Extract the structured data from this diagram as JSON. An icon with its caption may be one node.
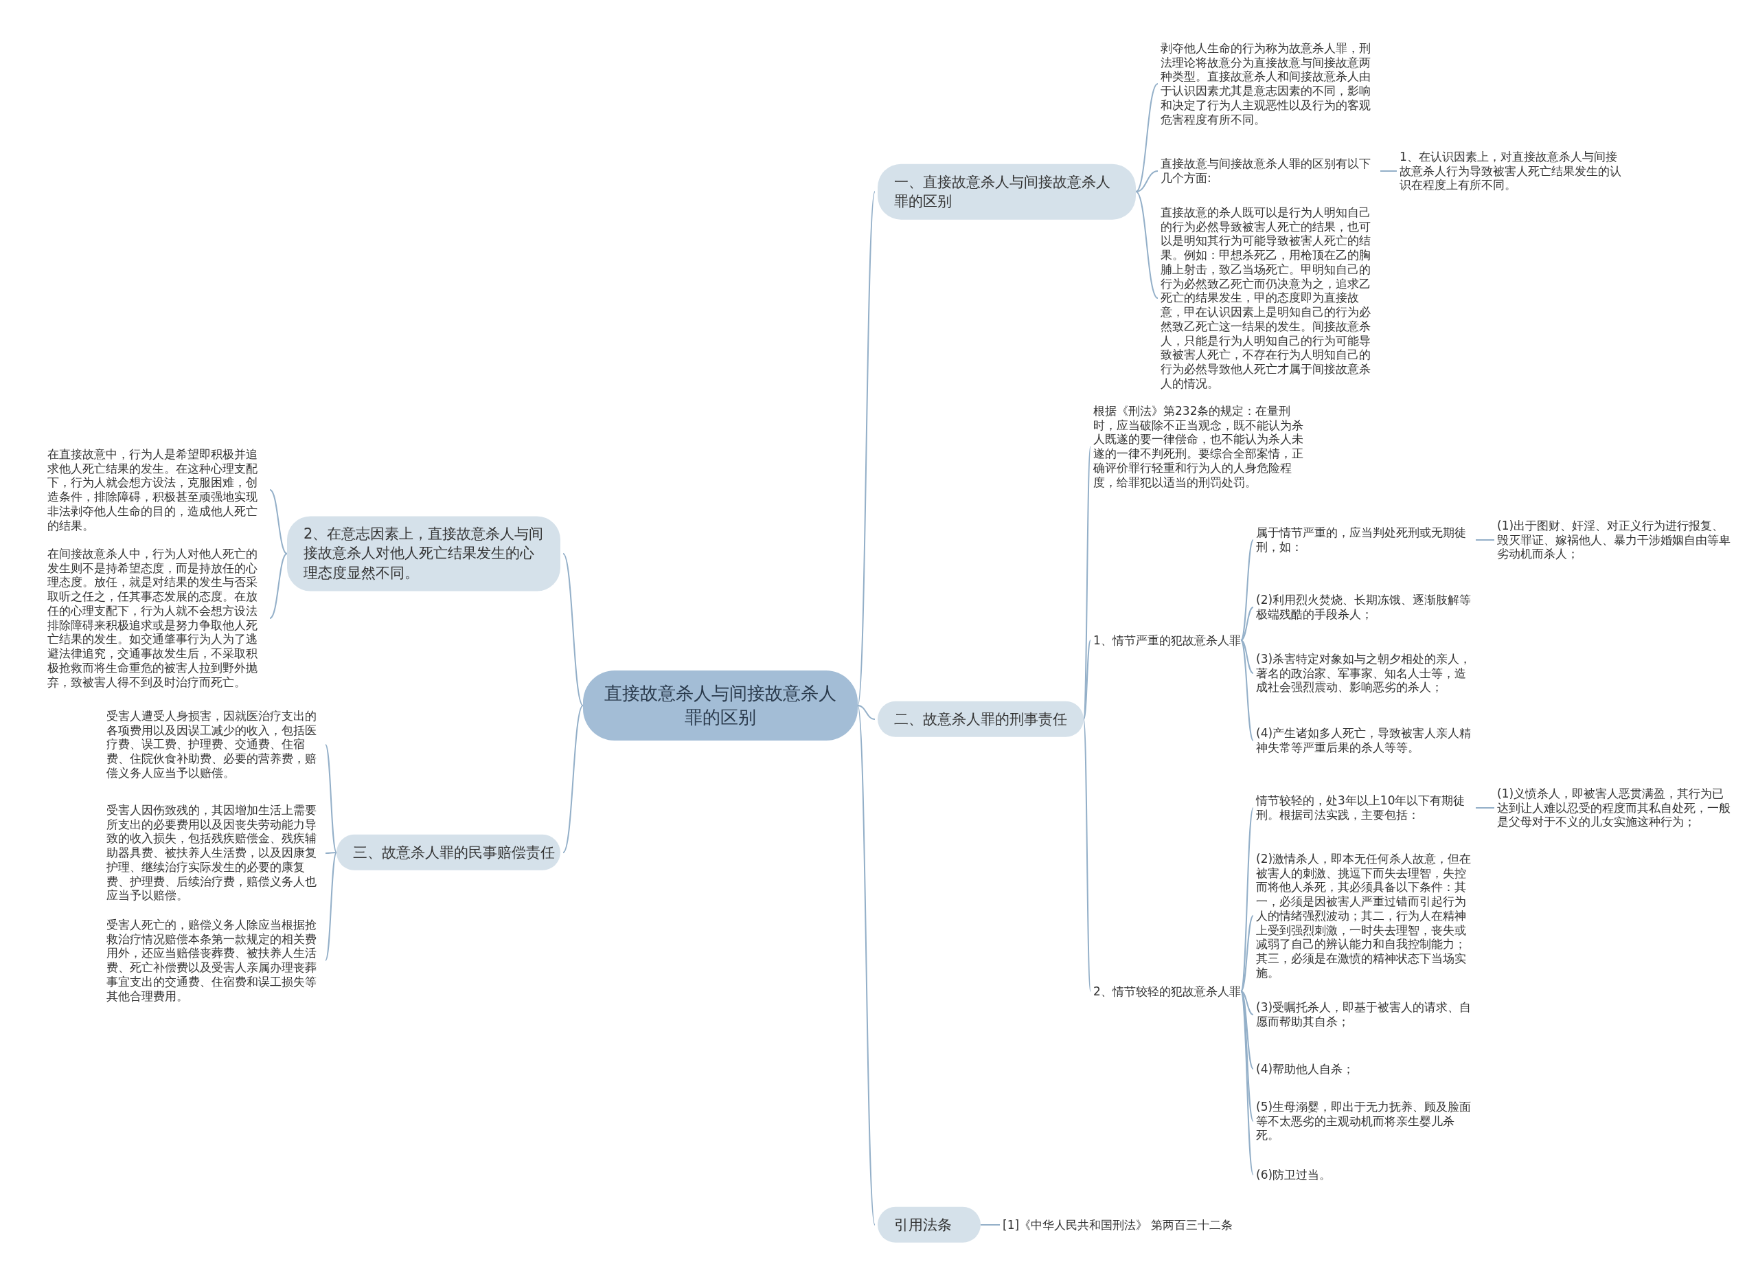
{
  "diagram": {
    "nodes": [
      {
        "text": [
          "直接故意杀人与间接故意杀人罪的区别"
        ]
      },
      {
        "text": [
          "一、直接故意杀人与间接故意杀人罪的区别"
        ]
      },
      {
        "text": [
          "剥夺他人生命的行为称为故意杀人罪，刑法理论将故意分为直接故意与间接故意两种类型。直接故意杀人和间接故意杀人由于认识因素尤其是意志因素的不同，影响和决定了行为人主观恶性以及行为的客观危害程度有所不同。"
        ]
      },
      {
        "text": [
          "直接故意与间接故意杀人罪的区别有以下几个方面:"
        ]
      },
      {
        "text": [
          "1、在认识因素上，对直接故意杀人与间接故意杀人行为导致被害人死亡结果发生的认识在程度上有所不同。"
        ]
      },
      {
        "text": [
          "直接故意的杀人既可以是行为人明知自己的行为必然导致被害人死亡的结果，也可以是明知其行为可能导致被害人死亡的结果。例如：甲想杀死乙，用枪顶在乙的胸脯上射击，致乙当场死亡。甲明知自己的行为必然致乙死亡而仍决意为之，追求乙死亡的结果发生，甲的态度即为直接故意，甲在认识因素上是明知自己的行为必然致乙死亡这一结果的发生。间接故意杀人，只能是行为人明知自己的行为可能导致被害人死亡，不存在行为人明知自己的行为必然导致他人死亡才属于间接故意杀人的情况。"
        ]
      },
      {
        "text": [
          "二、故意杀人罪的刑事责任"
        ]
      },
      {
        "text": [
          "根据《刑法》第232条的规定：在量刑时，应当破除不正当观念，既不能认为杀人既遂的要一律偿命，也不能认为杀人未遂的一律不判死刑。要综合全部案情，正确评价罪行轻重和行为人的人身危险程度，给罪犯以适当的刑罚处罚。"
        ]
      },
      {
        "text": [
          "1、情节严重的犯故意杀人罪"
        ]
      },
      {
        "text": [
          "属于情节严重的，应当判处死刑或无期徒刑，如："
        ]
      },
      {
        "text": [
          "(1)出于图财、奸淫、对正义行为进行报复、毁灭罪证、嫁祸他人、暴力干涉婚姻自由等卑劣动机而杀人；"
        ]
      },
      {
        "text": [
          "(2)利用烈火焚烧、长期冻饿、逐渐肢解等极端残酷的手段杀人；"
        ]
      },
      {
        "text": [
          "(3)杀害特定对象如与之朝夕相处的亲人，著名的政治家、军事家、知名人士等，造成社会强烈震动、影响恶劣的杀人；"
        ]
      },
      {
        "text": [
          "(4)产生诸如多人死亡，导致被害人亲人精神失常等严重后果的杀人等等。"
        ]
      },
      {
        "text": [
          "2、情节较轻的犯故意杀人罪"
        ]
      },
      {
        "text": [
          "情节较轻的，处3年以上10年以下有期徒刑。根据司法实践，主要包括："
        ]
      },
      {
        "text": [
          "(1)义愤杀人，即被害人恶贯满盈，其行为已达到让人难以忍受的程度而其私自处死，一般是父母对于不义的儿女实施这种行为；"
        ]
      },
      {
        "text": [
          "(2)激情杀人，即本无任何杀人故意，但在被害人的刺激、挑逗下而失去理智，失控而将他人杀死，其必须具备以下条件：其一，必须是因被害人严重过错而引起行为人的情绪强烈波动；其二，行为人在精神上受到强烈刺激，一时失去理智，丧失或减弱了自己的辨认能力和自我控制能力；其三，必须是在激愤的精神状态下当场实施。"
        ]
      },
      {
        "text": [
          "(3)受嘱托杀人，即基于被害人的请求、自愿而帮助其自杀；"
        ]
      },
      {
        "text": [
          "(4)帮助他人自杀；"
        ]
      },
      {
        "text": [
          "(5)生母溺婴，即出于无力抚养、顾及脸面等不太恶劣的主观动机而将亲生婴儿杀死。"
        ]
      },
      {
        "text": [
          "(6)防卫过当。"
        ]
      },
      {
        "text": [
          "引用法条"
        ]
      },
      {
        "text": [
          "[1]《中华人民共和国刑法》 第两百三十二条"
        ]
      },
      {
        "text": [
          "2、在意志因素上，直接故意杀人与间接故意杀人对他人死亡结果发生的心理态度显然不同。"
        ]
      },
      {
        "text": [
          "在直接故意中，行为人是希望即积极并追求他人死亡结果的发生。在这种心理支配下，行为人就会想方设法，克服困难，创造条件，排除障碍，积极甚至顽强地实现非法剥夺他人生命的目的，造成他人死亡的结果。"
        ]
      },
      {
        "text": [
          "在间接故意杀人中，行为人对他人死亡的发生则不是持希望态度，而是持放任的心理态度。放任，就是对结果的发生与否采取听之任之，任其事态发展的态度。在放任的心理支配下，行为人就不会想方设法排除障碍来积极追求或是努力争取他人死亡结果的发生。如交通肇事行为人为了逃避法律追究，交通事故发生后，不采取积极抢救而将生命重危的被害人拉到野外抛弃，致被害人得不到及时治疗而死亡。"
        ]
      },
      {
        "text": [
          "三、故意杀人罪的民事赔偿责任"
        ]
      },
      {
        "text": [
          "受害人遭受人身损害，因就医治疗支出的各项费用以及因误工减少的收入，包括医疗费、误工费、护理费、交通费、住宿费、住院伙食补助费、必要的营养费，赔偿义务人应当予以赔偿。"
        ]
      },
      {
        "text": [
          "受害人因伤致残的，其因增加生活上需要所支出的必要费用以及因丧失劳动能力导致的收入损失，包括残疾赔偿金、残疾辅助器具费、被扶养人生活费，以及因康复护理、继续治疗实际发生的必要的康复费、护理费、后续治疗费，赔偿义务人也应当予以赔偿。"
        ]
      },
      {
        "text": [
          "受害人死亡的，赔偿义务人除应当根据抢救治疗情况赔偿本条第一款规定的相关费用外，还应当赔偿丧葬费、被扶养人生活费、死亡补偿费以及受害人亲属办理丧葬事宜支出的交通费、住宿费和误工损失等其他合理费用。"
        ]
      }
    ],
    "edges": [
      {
        "from": 0,
        "to": 1,
        "arrow": "none"
      },
      {
        "from": 1,
        "to": 2,
        "arrow": "none"
      },
      {
        "from": 1,
        "to": 3,
        "arrow": "none"
      },
      {
        "from": 3,
        "to": 4,
        "arrow": "none"
      },
      {
        "from": 1,
        "to": 5,
        "arrow": "none"
      },
      {
        "from": 0,
        "to": 6,
        "arrow": "none"
      },
      {
        "from": 6,
        "to": 7,
        "arrow": "none"
      },
      {
        "from": 6,
        "to": 8,
        "arrow": "none"
      },
      {
        "from": 8,
        "to": 9,
        "arrow": "none"
      },
      {
        "from": 9,
        "to": 10,
        "arrow": "none"
      },
      {
        "from": 8,
        "to": 11,
        "arrow": "none"
      },
      {
        "from": 8,
        "to": 12,
        "arrow": "none"
      },
      {
        "from": 8,
        "to": 13,
        "arrow": "none"
      },
      {
        "from": 6,
        "to": 14,
        "arrow": "none"
      },
      {
        "from": 14,
        "to": 15,
        "arrow": "none"
      },
      {
        "from": 15,
        "to": 16,
        "arrow": "none"
      },
      {
        "from": 14,
        "to": 17,
        "arrow": "none"
      },
      {
        "from": 14,
        "to": 18,
        "arrow": "none"
      },
      {
        "from": 14,
        "to": 19,
        "arrow": "none"
      },
      {
        "from": 14,
        "to": 20,
        "arrow": "none"
      },
      {
        "from": 14,
        "to": 21,
        "arrow": "none"
      },
      {
        "from": 0,
        "to": 22,
        "arrow": "none"
      },
      {
        "from": 22,
        "to": 23,
        "arrow": "none"
      },
      {
        "from": 0,
        "to": 24,
        "arrow": "none"
      },
      {
        "from": 24,
        "to": 25,
        "arrow": "none"
      },
      {
        "from": 24,
        "to": 26,
        "arrow": "none"
      },
      {
        "from": 0,
        "to": 27,
        "arrow": "none"
      },
      {
        "from": 27,
        "to": 28,
        "arrow": "none"
      },
      {
        "from": 27,
        "to": 29,
        "arrow": "none"
      },
      {
        "from": 27,
        "to": 30,
        "arrow": "none"
      }
    ]
  }
}
